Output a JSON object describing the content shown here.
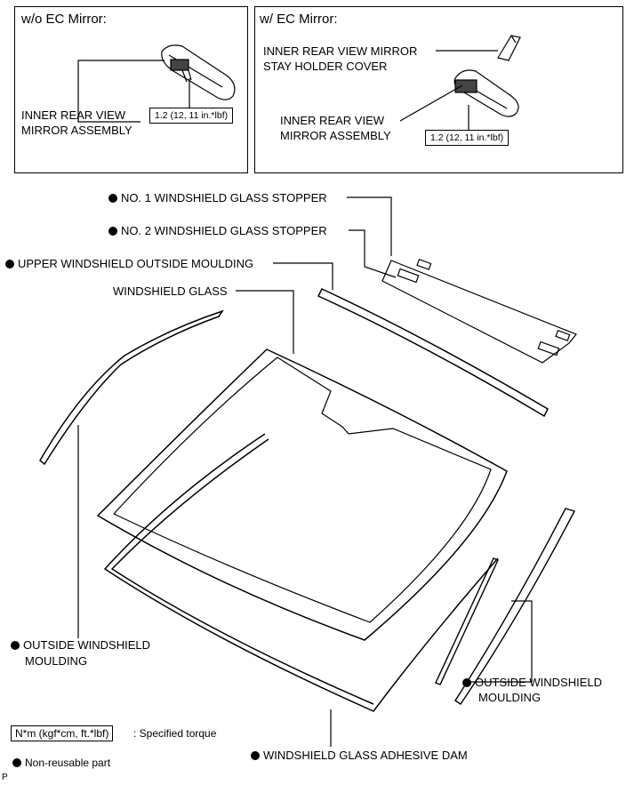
{
  "inset_left": {
    "title": "w/o EC Mirror:",
    "part_label_line1": "INNER REAR VIEW",
    "part_label_line2": "MIRROR ASSEMBLY",
    "torque": "1.2 (12, 11 in.*lbf)"
  },
  "inset_right": {
    "title": "w/ EC Mirror:",
    "cover_label_line1": "INNER REAR VIEW MIRROR",
    "cover_label_line2": "STAY HOLDER COVER",
    "part_label_line1": "INNER REAR VIEW",
    "part_label_line2": "MIRROR ASSEMBLY",
    "torque": "1.2 (12, 11 in.*lbf)"
  },
  "parts": {
    "stopper1": "NO. 1 WINDSHIELD GLASS STOPPER",
    "stopper2": "NO. 2 WINDSHIELD GLASS STOPPER",
    "upper_moulding": "UPPER WINDSHIELD OUTSIDE MOULDING",
    "glass": "WINDSHIELD GLASS",
    "left_moulding_line1": "OUTSIDE WINDSHIELD",
    "left_moulding_line2": "MOULDING",
    "right_moulding_line1": "OUTSIDE WINDSHIELD",
    "right_moulding_line2": "MOULDING",
    "dam": "WINDSHIELD GLASS ADHESIVE DAM"
  },
  "legend": {
    "torque_unit": "N*m (kgf*cm, ft.*lbf)",
    "torque_desc": ": Specified torque",
    "nonreusable": "Non-reusable part"
  },
  "corner_code": "P"
}
